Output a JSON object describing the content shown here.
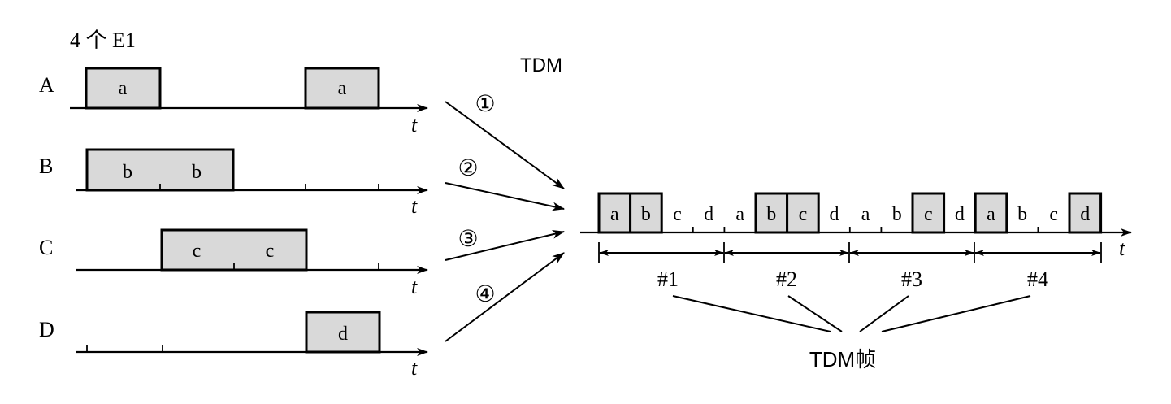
{
  "title": "4 个 E1",
  "tdm_label": "TDM",
  "time_label": "t",
  "frame_label": "TDM帧",
  "inputs": [
    {
      "name": "A",
      "slots": [
        "a",
        "a"
      ]
    },
    {
      "name": "B",
      "slots": [
        "b",
        "b"
      ]
    },
    {
      "name": "C",
      "slots": [
        "c",
        "c"
      ]
    },
    {
      "name": "D",
      "slots": [
        "d"
      ]
    }
  ],
  "arrows": [
    "①",
    "②",
    "③",
    "④"
  ],
  "tdm_sequence": [
    {
      "label": "a",
      "boxed": true
    },
    {
      "label": "b",
      "boxed": true
    },
    {
      "label": "c",
      "boxed": false
    },
    {
      "label": "d",
      "boxed": false
    },
    {
      "label": "a",
      "boxed": false
    },
    {
      "label": "b",
      "boxed": true
    },
    {
      "label": "c",
      "boxed": true
    },
    {
      "label": "d",
      "boxed": false
    },
    {
      "label": "a",
      "boxed": false
    },
    {
      "label": "b",
      "boxed": false
    },
    {
      "label": "c",
      "boxed": true
    },
    {
      "label": "d",
      "boxed": false
    },
    {
      "label": "a",
      "boxed": true
    },
    {
      "label": "b",
      "boxed": false
    },
    {
      "label": "c",
      "boxed": false
    },
    {
      "label": "d",
      "boxed": true
    }
  ],
  "frames": [
    "#1",
    "#2",
    "#3",
    "#4"
  ]
}
